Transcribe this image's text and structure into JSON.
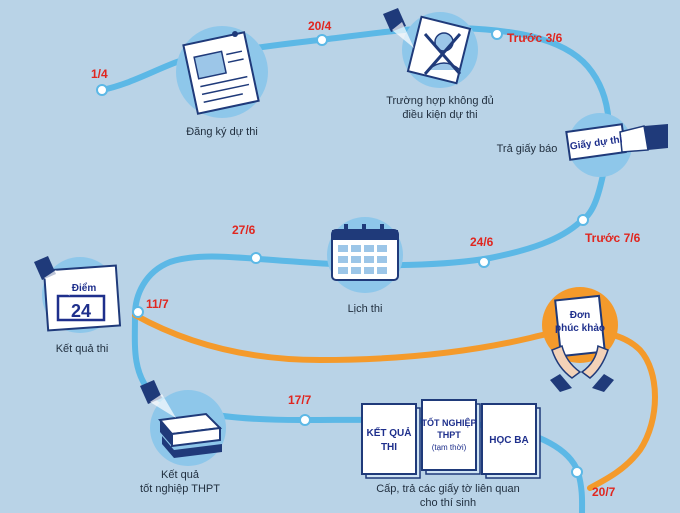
{
  "dates": {
    "d1": "1/4",
    "d2": "20/4",
    "d3": "Trước 3/6",
    "d4": "Trước 7/6",
    "d5": "24/6",
    "d6": "27/6",
    "d7": "11/7",
    "d8": "17/7",
    "d9": "20/7"
  },
  "labels": {
    "registration": "Đăng ký dự thi",
    "ineligible_line1": "Trường hợp không đủ",
    "ineligible_line2": "điều kiện dự thi",
    "return_notice": "Trả giấy báo",
    "exam_schedule": "Lịch thi",
    "exam_results": "Kết quả thi",
    "graduation_line1": "Kết quả",
    "graduation_line2": "tốt nghiệp THPT",
    "documents_line1": "Cấp, trả các giấy tờ liên quan",
    "documents_line2": "cho thí sinh"
  },
  "cards": {
    "admit_card": "Giấy dự thi",
    "score_title": "Điểm",
    "score_value": "24",
    "appeal_line1": "Đơn",
    "appeal_line2": "phúc khảo",
    "doc_result_line1": "KẾT QUẢ",
    "doc_result_line2": "THI",
    "doc_grad_line1": "TỐT NGHIỆP",
    "doc_grad_line2": "THPT",
    "doc_grad_line3": "(tạm thời)",
    "doc_transcript": "HỌC BẠ"
  },
  "colors": {
    "background": "#b9d3e7",
    "path": "#5cb8e6",
    "appeal_path": "#f49a2b",
    "date_text": "#e0261f",
    "icon_circle": "#8ec7ea"
  }
}
